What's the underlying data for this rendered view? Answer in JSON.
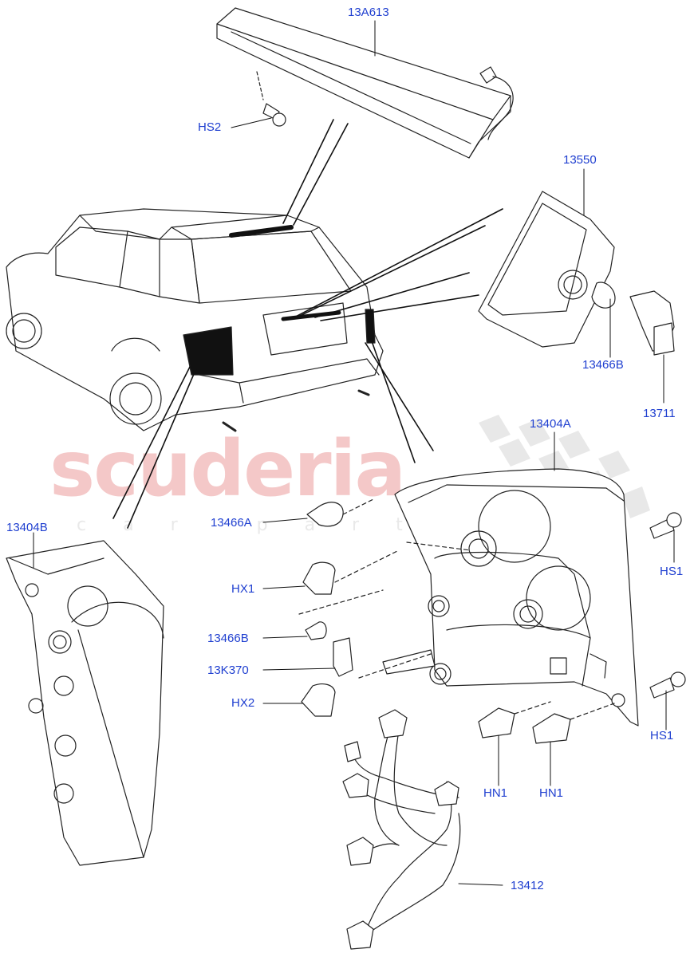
{
  "watermark": {
    "brand": "scuderia",
    "sub": "car parts"
  },
  "labels": {
    "l_13A613": "13A613",
    "l_HS2": "HS2",
    "l_13550": "13550",
    "l_13466B_top": "13466B",
    "l_13711": "13711",
    "l_13404A": "13404A",
    "l_13404B": "13404B",
    "l_13466A": "13466A",
    "l_HX1": "HX1",
    "l_13466B_mid": "13466B",
    "l_13K370": "13K370",
    "l_HX2": "HX2",
    "l_HS1_top": "HS1",
    "l_HS1_bot": "HS1",
    "l_HN1_a": "HN1",
    "l_HN1_b": "HN1",
    "l_13412": "13412"
  },
  "colors": {
    "label": "#1f3fd0",
    "line": "#222222",
    "watermark_red": "#f4c8c8",
    "watermark_grey": "#e6e6e6"
  }
}
